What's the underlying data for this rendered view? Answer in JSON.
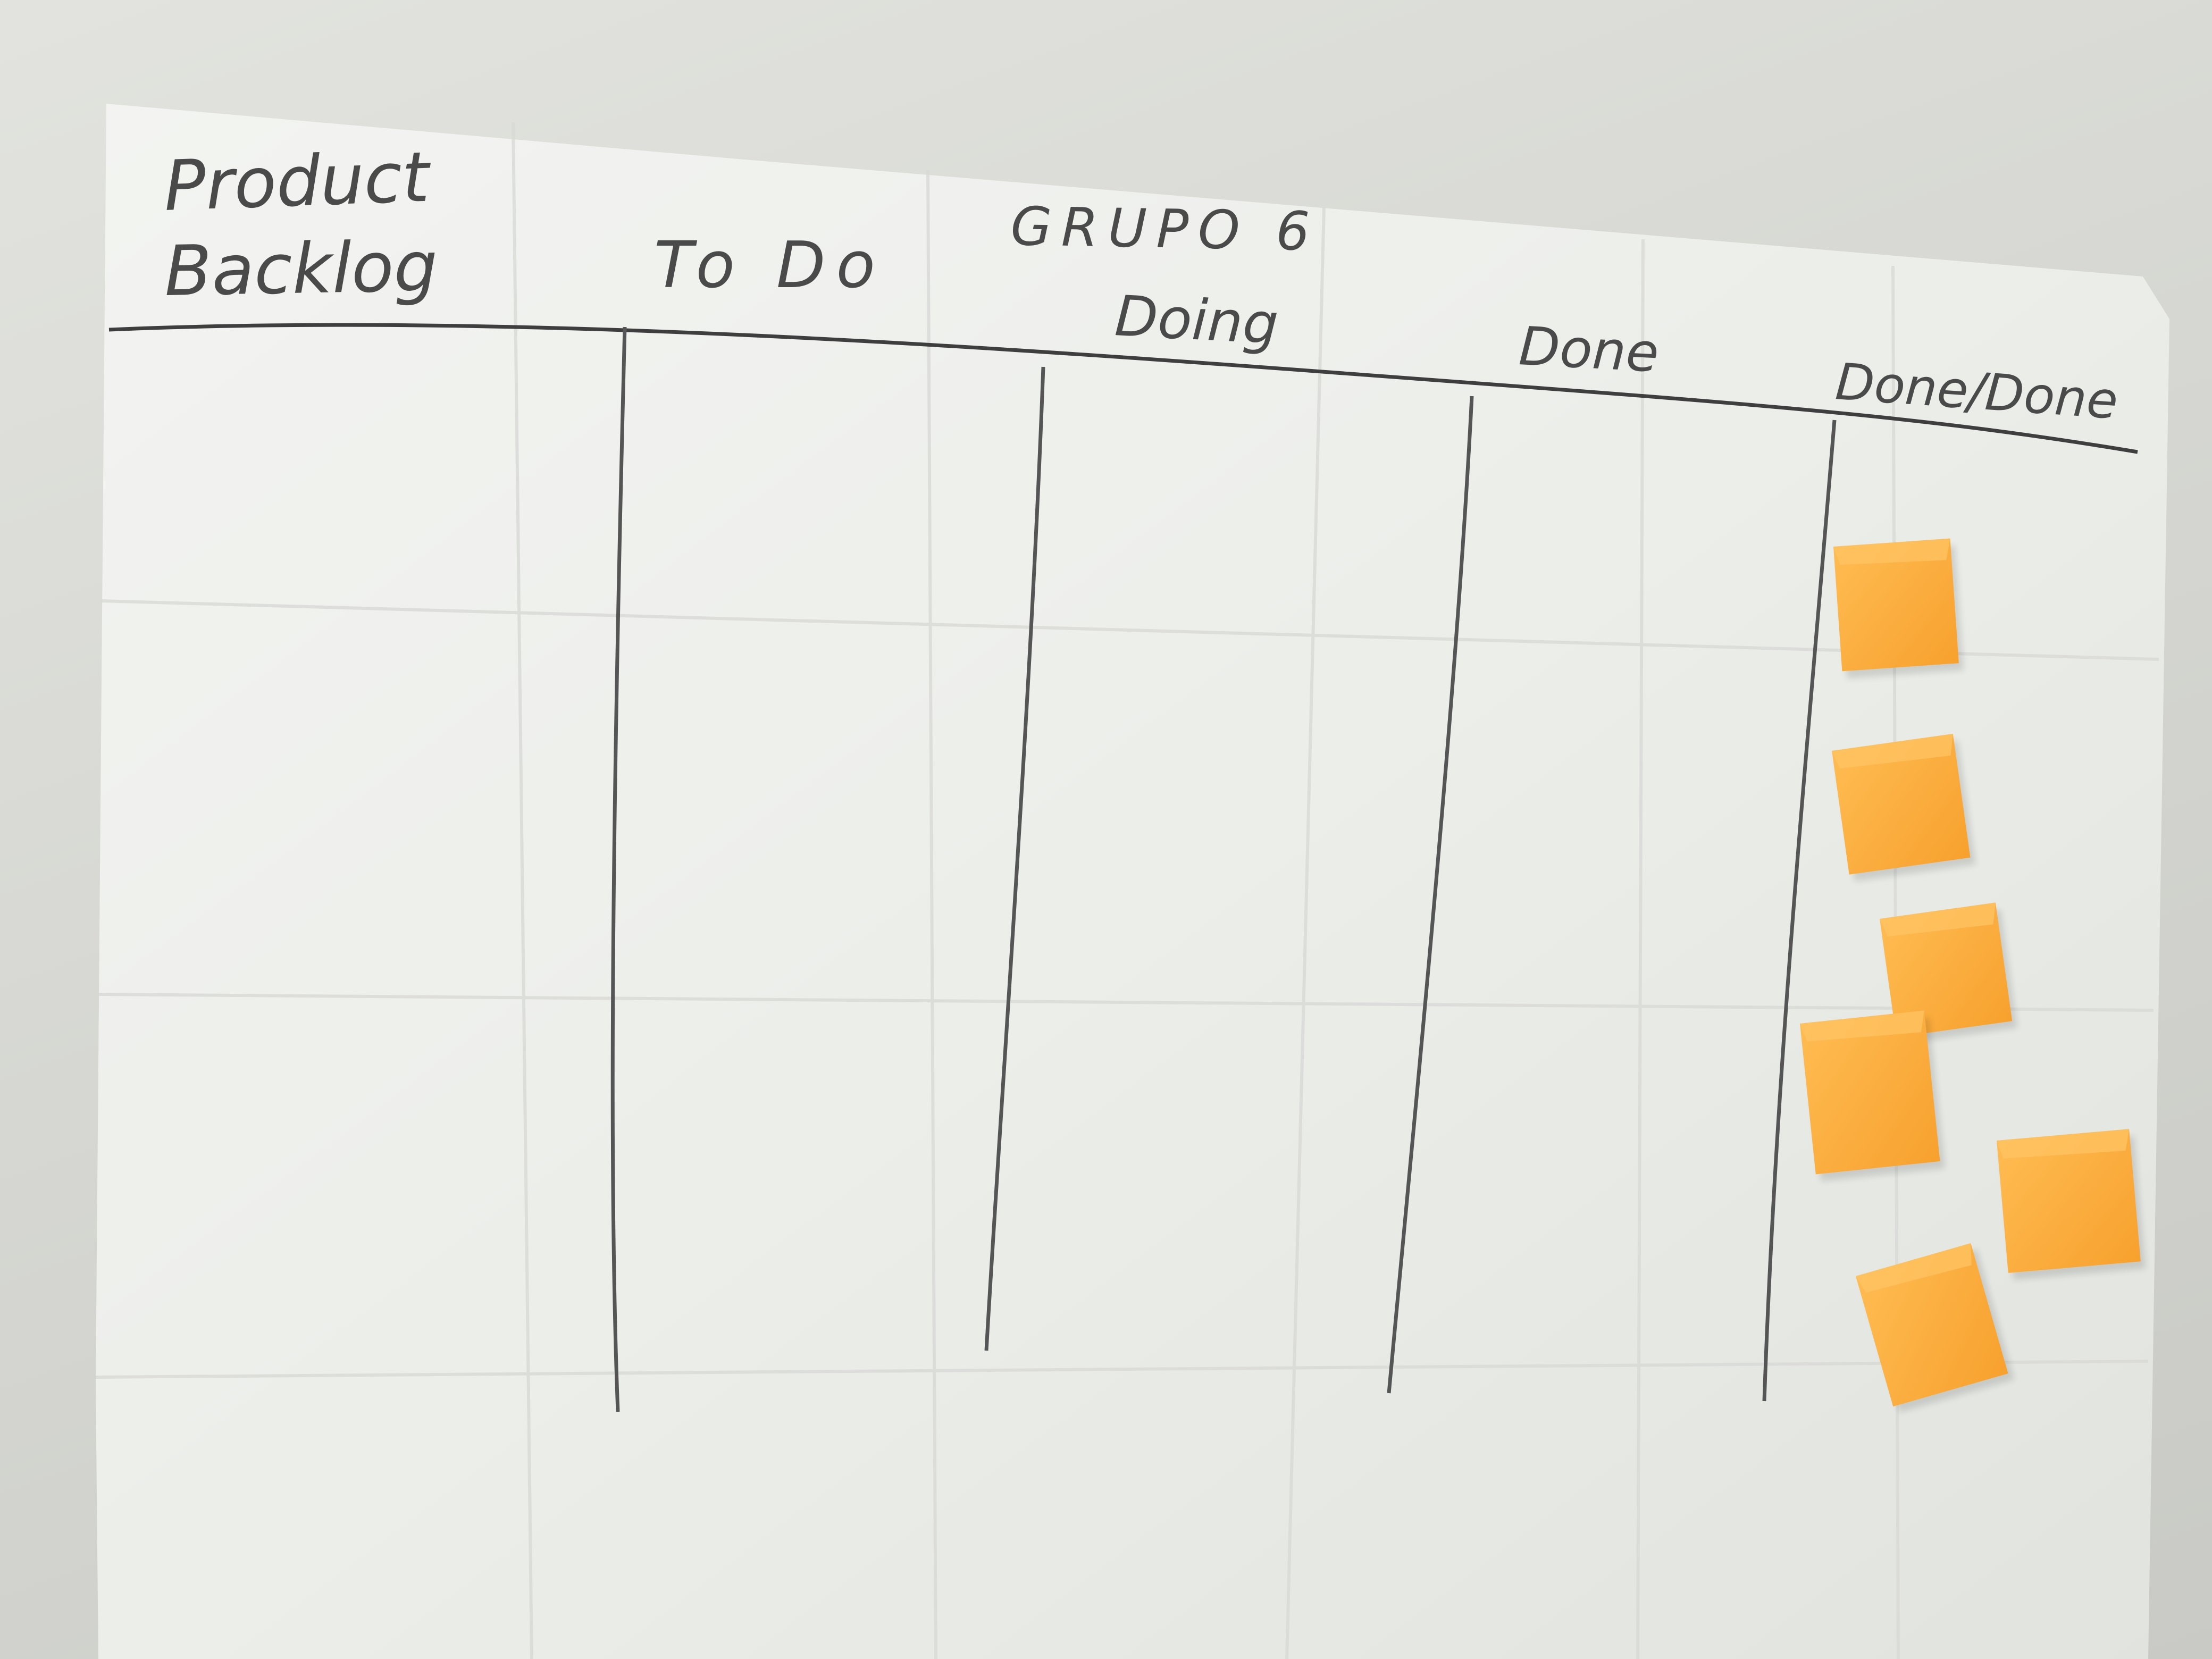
{
  "board": {
    "title": "GRUPO 6",
    "columns": {
      "product_backlog_line1": "Product",
      "product_backlog_line2": "Backlog",
      "to_do": "To Do",
      "doing": "Doing",
      "done": "Done",
      "done_done": "Done/Done"
    }
  },
  "colors": {
    "paper": "#f1f2ef",
    "ink": "#4a4a4a",
    "sticky": "#ffae3c"
  },
  "sticky_notes": [
    {
      "id": "note-1",
      "column": "Done/Done"
    },
    {
      "id": "note-2",
      "column": "Done/Done"
    },
    {
      "id": "note-3",
      "column": "Done/Done"
    },
    {
      "id": "note-4",
      "column": "Done/Done"
    },
    {
      "id": "note-5",
      "column": "Done/Done"
    },
    {
      "id": "note-6",
      "column": "Done/Done"
    }
  ]
}
